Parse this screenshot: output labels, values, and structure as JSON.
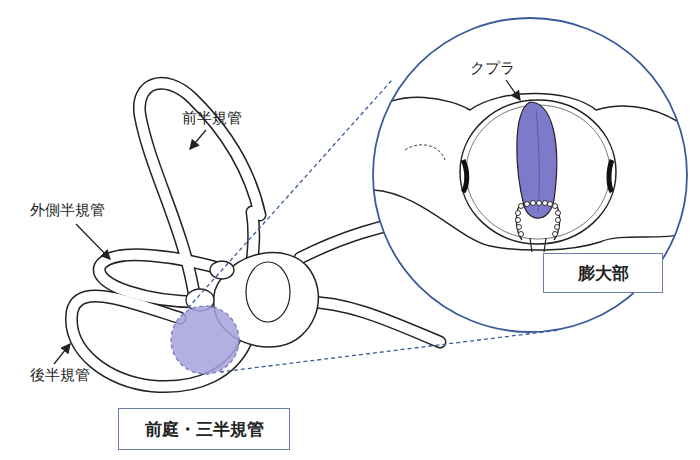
{
  "diagram": {
    "nodes": [
      {
        "text": [
          "膨大部"
        ]
      },
      {
        "text": [
          "前庭・三半規管"
        ]
      }
    ],
    "labels": [
      "前半規管",
      "クプラ",
      "外側半規管",
      "後半規管"
    ]
  }
}
